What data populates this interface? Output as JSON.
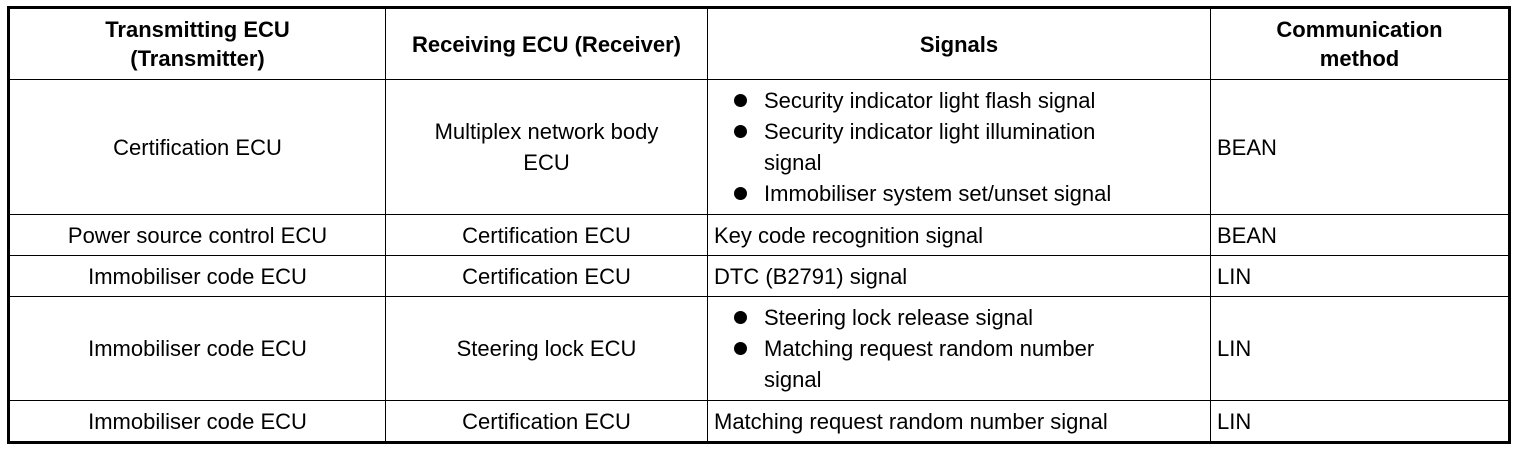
{
  "table": {
    "headers": [
      {
        "line1": "Transmitting ECU",
        "line2": "(Transmitter)"
      },
      {
        "line1": "Receiving ECU (Receiver)",
        "line2": ""
      },
      {
        "line1": "Signals",
        "line2": ""
      },
      {
        "line1": "Communication",
        "line2": "method"
      }
    ],
    "rows": [
      {
        "transmitter": "Certification ECU",
        "receiver_line1": "Multiplex network body",
        "receiver_line2": "ECU",
        "signals": [
          {
            "line1": "Security indicator light flash signal",
            "line2": ""
          },
          {
            "line1": "Security indicator light illumination",
            "line2": "signal"
          },
          {
            "line1": "Immobiliser system set/unset signal",
            "line2": ""
          }
        ],
        "method": "BEAN"
      },
      {
        "transmitter": "Power source control ECU",
        "receiver": "Certification ECU",
        "signal": "Key code recognition signal",
        "method": "BEAN"
      },
      {
        "transmitter": "Immobiliser code ECU",
        "receiver": "Certification ECU",
        "signal": "DTC (B2791) signal",
        "method": "LIN"
      },
      {
        "transmitter": "Immobiliser code ECU",
        "receiver": "Steering lock ECU",
        "signals": [
          {
            "line1": "Steering lock release signal",
            "line2": ""
          },
          {
            "line1": "Matching request random number",
            "line2": "signal"
          }
        ],
        "method": "LIN"
      },
      {
        "transmitter": "Immobiliser code ECU",
        "receiver": "Certification ECU",
        "signal": "Matching request random number signal",
        "method": "LIN"
      }
    ]
  }
}
